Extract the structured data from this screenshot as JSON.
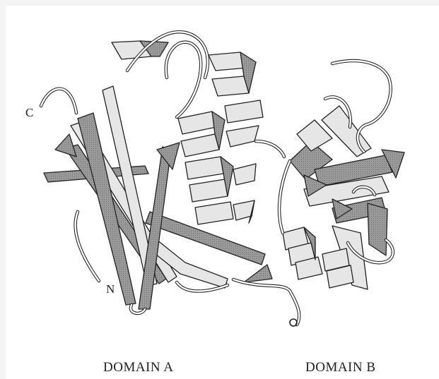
{
  "figure": {
    "labels": {
      "c_terminus": "C",
      "n_terminus": "N",
      "domain_a": "DOMAIN A",
      "domain_b": "DOMAIN B"
    },
    "colors": {
      "ribbon_light": "#e6e6e6",
      "ribbon_dark": "#8e8e8e",
      "outline": "#222222",
      "background": "#ffffff"
    }
  }
}
